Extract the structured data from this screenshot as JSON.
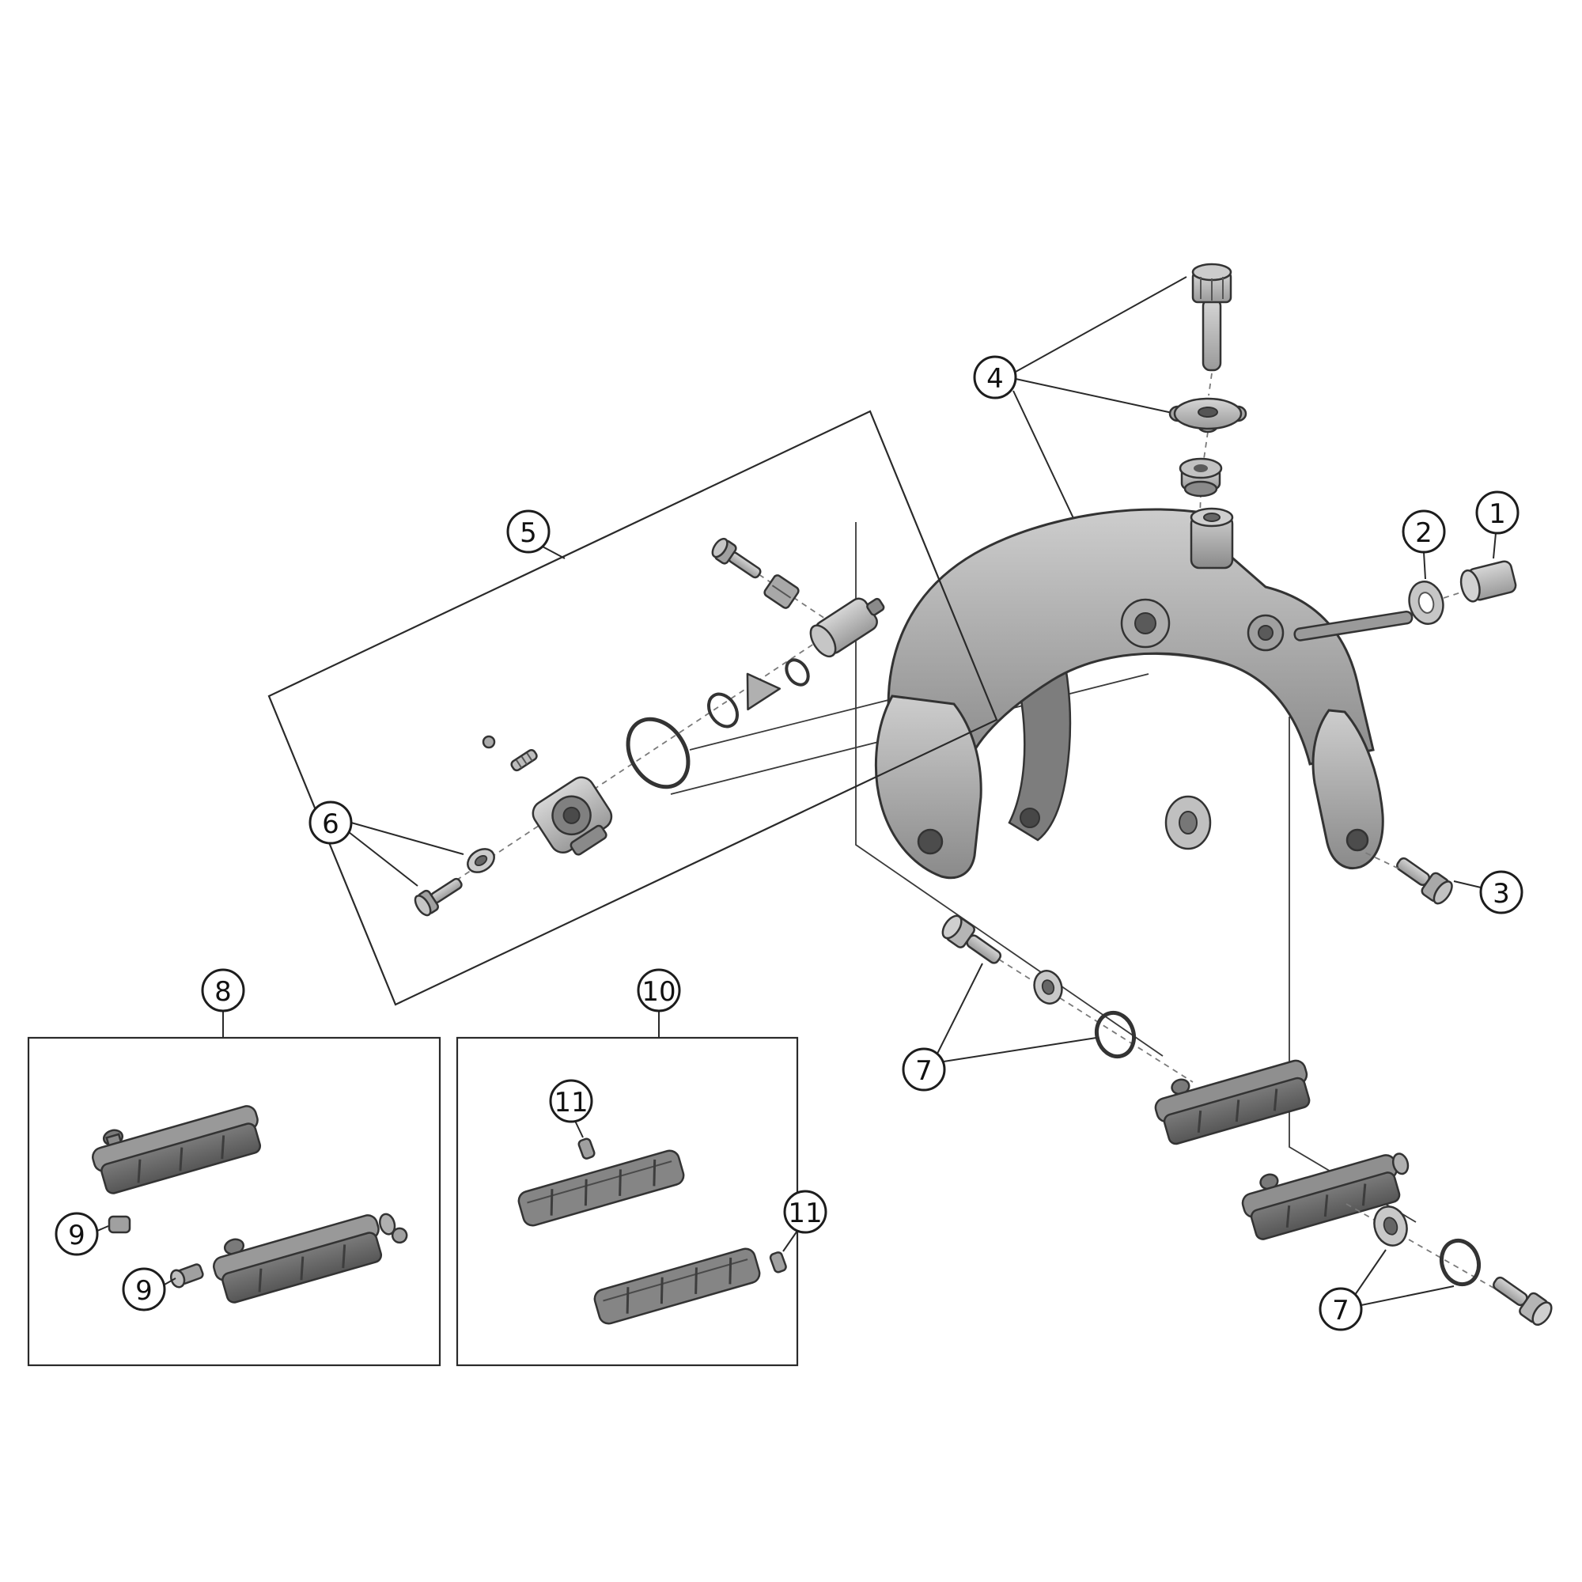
{
  "diagram": {
    "kind": "exploded-parts-diagram",
    "colors": {
      "background": "#ffffff",
      "outline": "#2a2a2a",
      "metal_light": "#d6d6d6",
      "metal_mid": "#9a9a9a",
      "metal_dark": "#5f5f5f",
      "pad_dark": "#666666"
    },
    "callouts": [
      {
        "label": "1"
      },
      {
        "label": "2"
      },
      {
        "label": "3"
      },
      {
        "label": "4"
      },
      {
        "label": "5"
      },
      {
        "label": "6"
      },
      {
        "label": "7"
      },
      {
        "label": "7"
      },
      {
        "label": "8"
      },
      {
        "label": "9"
      },
      {
        "label": "9"
      },
      {
        "label": "10"
      },
      {
        "label": "11"
      },
      {
        "label": "11"
      }
    ]
  }
}
